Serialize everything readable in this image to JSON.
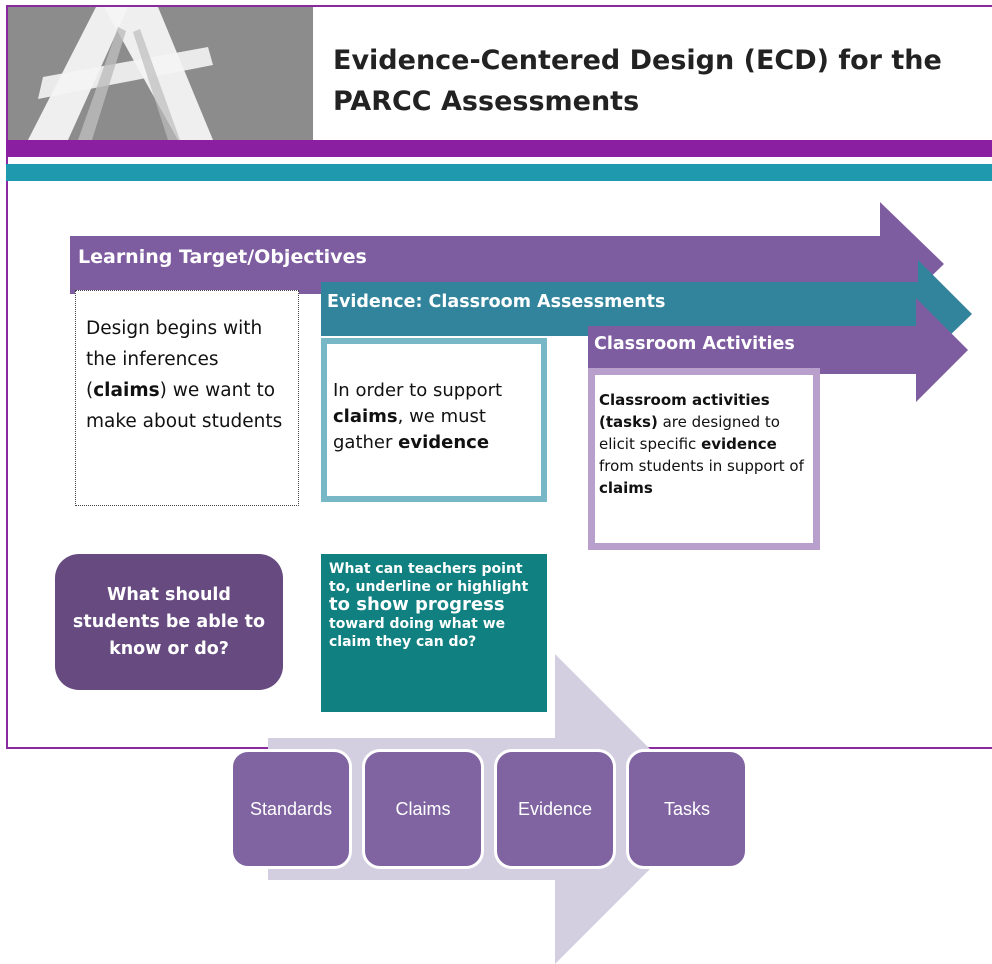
{
  "title": {
    "line1": "Evidence-Centered Design (ECD) for the",
    "line2": "PARCC Assessments"
  },
  "arrows": {
    "learning_target": "Learning Target/Objectives",
    "evidence_assessments": "Evidence: Classroom Assessments",
    "classroom_activities": "Classroom Activities"
  },
  "design_box": {
    "pre": "Design begins with the inferences (",
    "bold1": "claims",
    "post": ") we want to make about students"
  },
  "support_box": {
    "pre": "In order to support ",
    "bold1": "claims",
    "mid": ", we must gather ",
    "bold2": "evidence"
  },
  "activities_box": {
    "bold1": "Classroom activities (tasks)",
    "mid1": " are designed to elicit specific ",
    "bold2": "evidence",
    "mid2": " from students in support of ",
    "bold3": "claims"
  },
  "question_box": "What should students be able to know or do?",
  "teachers_box": {
    "pre": "What can teachers point to, underline or highlight ",
    "big": "to show progress",
    "post": " toward doing what we claim they can do?"
  },
  "steps": [
    "Standards",
    "Claims",
    "Evidence",
    "Tasks"
  ],
  "colors": {
    "purple_band": "#8a1fa2",
    "teal_band": "#1e99ae",
    "arrow_purple": "#7e5ca0",
    "arrow_teal": "#31849b",
    "step_fill": "#8064a2",
    "big_arrow": "#d3cfe0"
  }
}
